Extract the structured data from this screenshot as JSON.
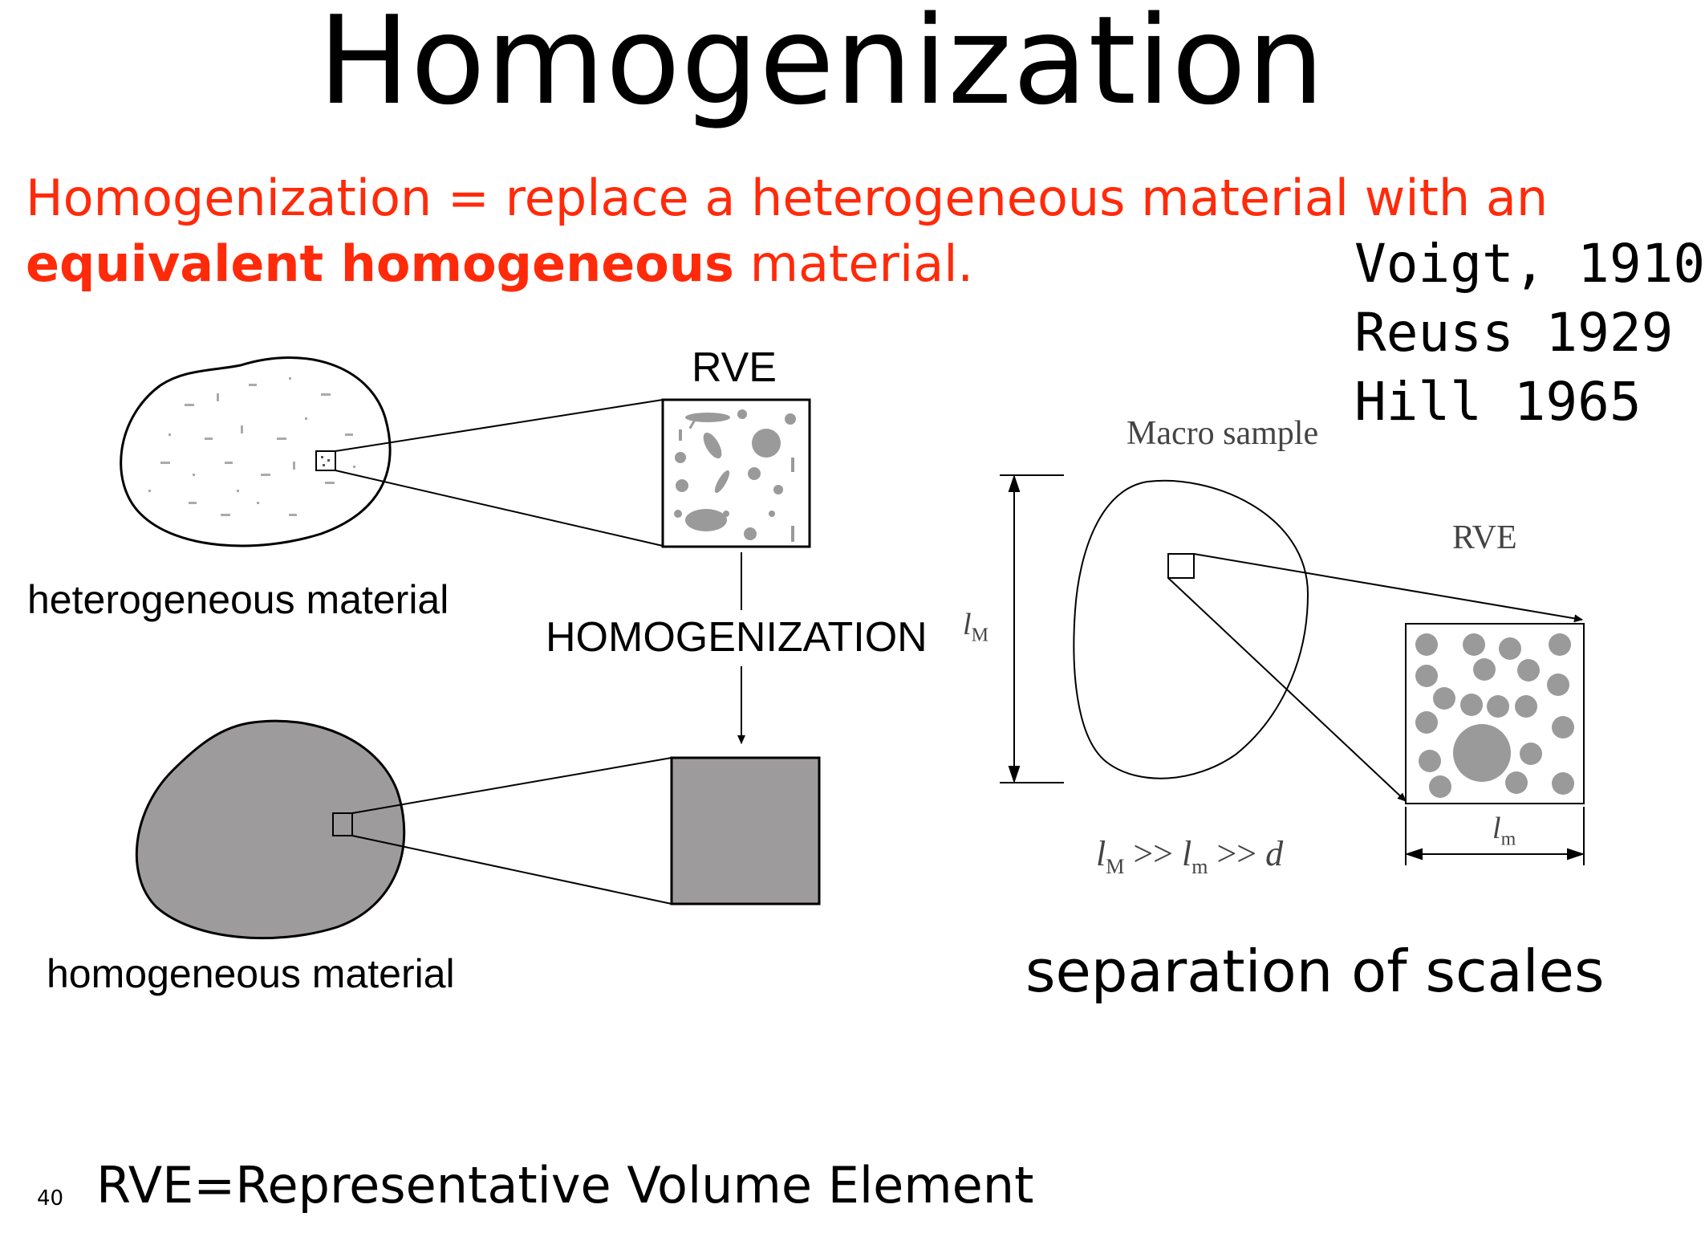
{
  "title": "Homogenization",
  "definition": {
    "line1": "Homogenization = replace a heterogeneous material with an",
    "line2_bold": "equivalent homogeneous",
    "line2_rest": " material."
  },
  "citations": [
    "Voigt, 1910",
    "Reuss 1929",
    "Hill 1965"
  ],
  "left_diagram": {
    "rve_label": "RVE",
    "heterogeneous_label": "heterogeneous material",
    "process_label": "HOMOGENIZATION",
    "homogeneous_label": "homogeneous material"
  },
  "right_diagram": {
    "macro_label": "Macro sample",
    "rve_label": "RVE",
    "big_scale_symbol": "l",
    "big_scale_sub": "M",
    "small_scale_symbol": "l",
    "small_scale_sub": "m",
    "inequality": {
      "a": "l",
      "a_sub": "M",
      "op1": " >> ",
      "b": "l",
      "b_sub": "m",
      "op2": " >> ",
      "c": "d"
    }
  },
  "caption_right": "separation of scales",
  "footer": "RVE=Representative Volume Element",
  "page_number": "40",
  "colors": {
    "accent_red": "#ff2a0a",
    "particle_gray": "#9a9a9a",
    "fill_gray": "#9d9b9c"
  }
}
